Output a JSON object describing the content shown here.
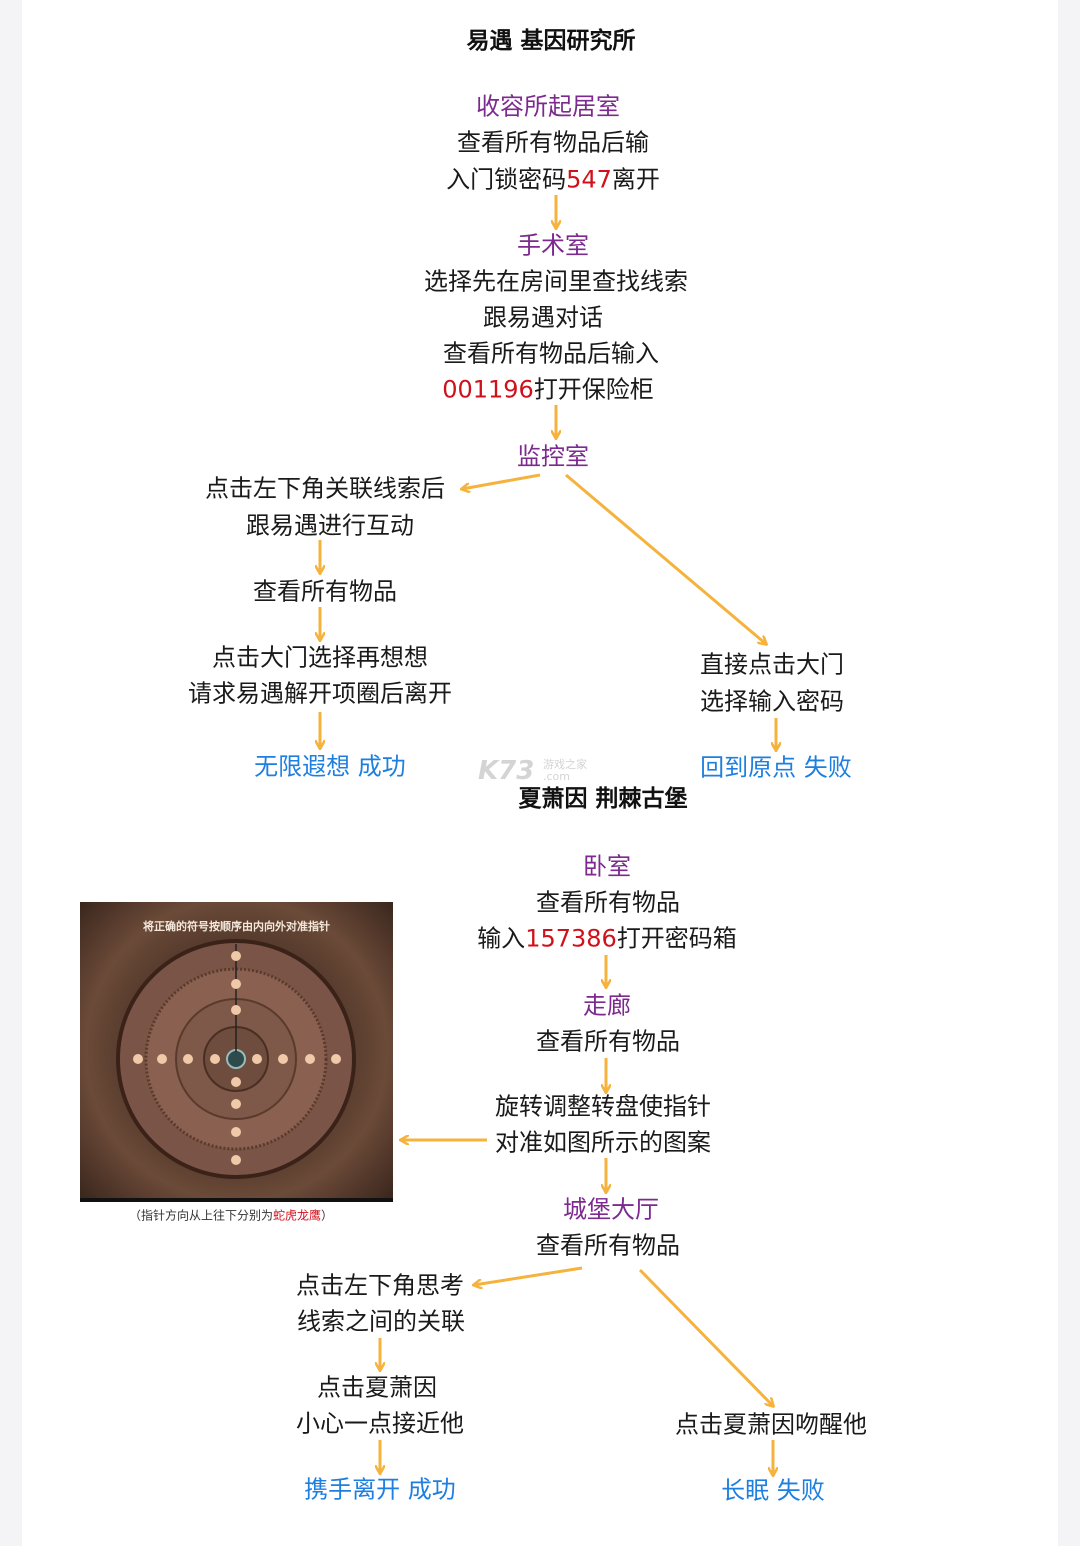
{
  "section1": {
    "title": "易遇 基因研究所",
    "room1": "收容所起居室",
    "room1_line1": "查看所有物品后输",
    "room1_line2_pre": "入门锁密码",
    "room1_code": "547",
    "room1_line2_post": "离开",
    "room2": "手术室",
    "room2_line1": "选择先在房间里查找线索",
    "room2_line2": "跟易遇对话",
    "room2_line3": "查看所有物品后输入",
    "room2_code": "001196",
    "room2_line4_post": "打开保险柜",
    "room3": "监控室",
    "left_line1": "点击左下角关联线索后",
    "left_line2": "跟易遇进行互动",
    "left_step2": "查看所有物品",
    "left_step3_line1": "点击大门选择再想想",
    "left_step3_line2": "请求易遇解开项圈后离开",
    "left_result": "无限遐想 成功",
    "right_line1": "直接点击大门",
    "right_line2": "选择输入密码",
    "right_result": "回到原点 失败"
  },
  "watermark": {
    "logo": "K73",
    "line1": "游戏之家",
    "line2": ".com"
  },
  "section2": {
    "title": "夏萧因 荆棘古堡",
    "room1": "卧室",
    "room1_line1": "查看所有物品",
    "room1_line2_pre": "输入",
    "room1_code": "157386",
    "room1_line2_post": "打开密码箱",
    "room2": "走廊",
    "room2_line1": "查看所有物品",
    "puzzle_line1": "旋转调整转盘使指针",
    "puzzle_line2": "对准如图所示的图案",
    "image_hint": "将正确的符号按顺序由内向外对准指针",
    "caption_pre": "（指针方向从上往下分别为",
    "caption_highlight": "蛇虎龙鹰",
    "caption_post": "）",
    "room3": "城堡大厅",
    "room3_line1": "查看所有物品",
    "left_line1": "点击左下角思考",
    "left_line2": "线索之间的关联",
    "left_step2_line1": "点击夏萧因",
    "left_step2_line2": "小心一点接近他",
    "left_result": "携手离开 成功",
    "right_line1": "点击夏萧因吻醒他",
    "right_result": "长眠 失败"
  },
  "colors": {
    "room": "#7d2a8f",
    "code": "#d0101a",
    "result": "#1e7fe0",
    "arrow": "#f5b23c"
  }
}
